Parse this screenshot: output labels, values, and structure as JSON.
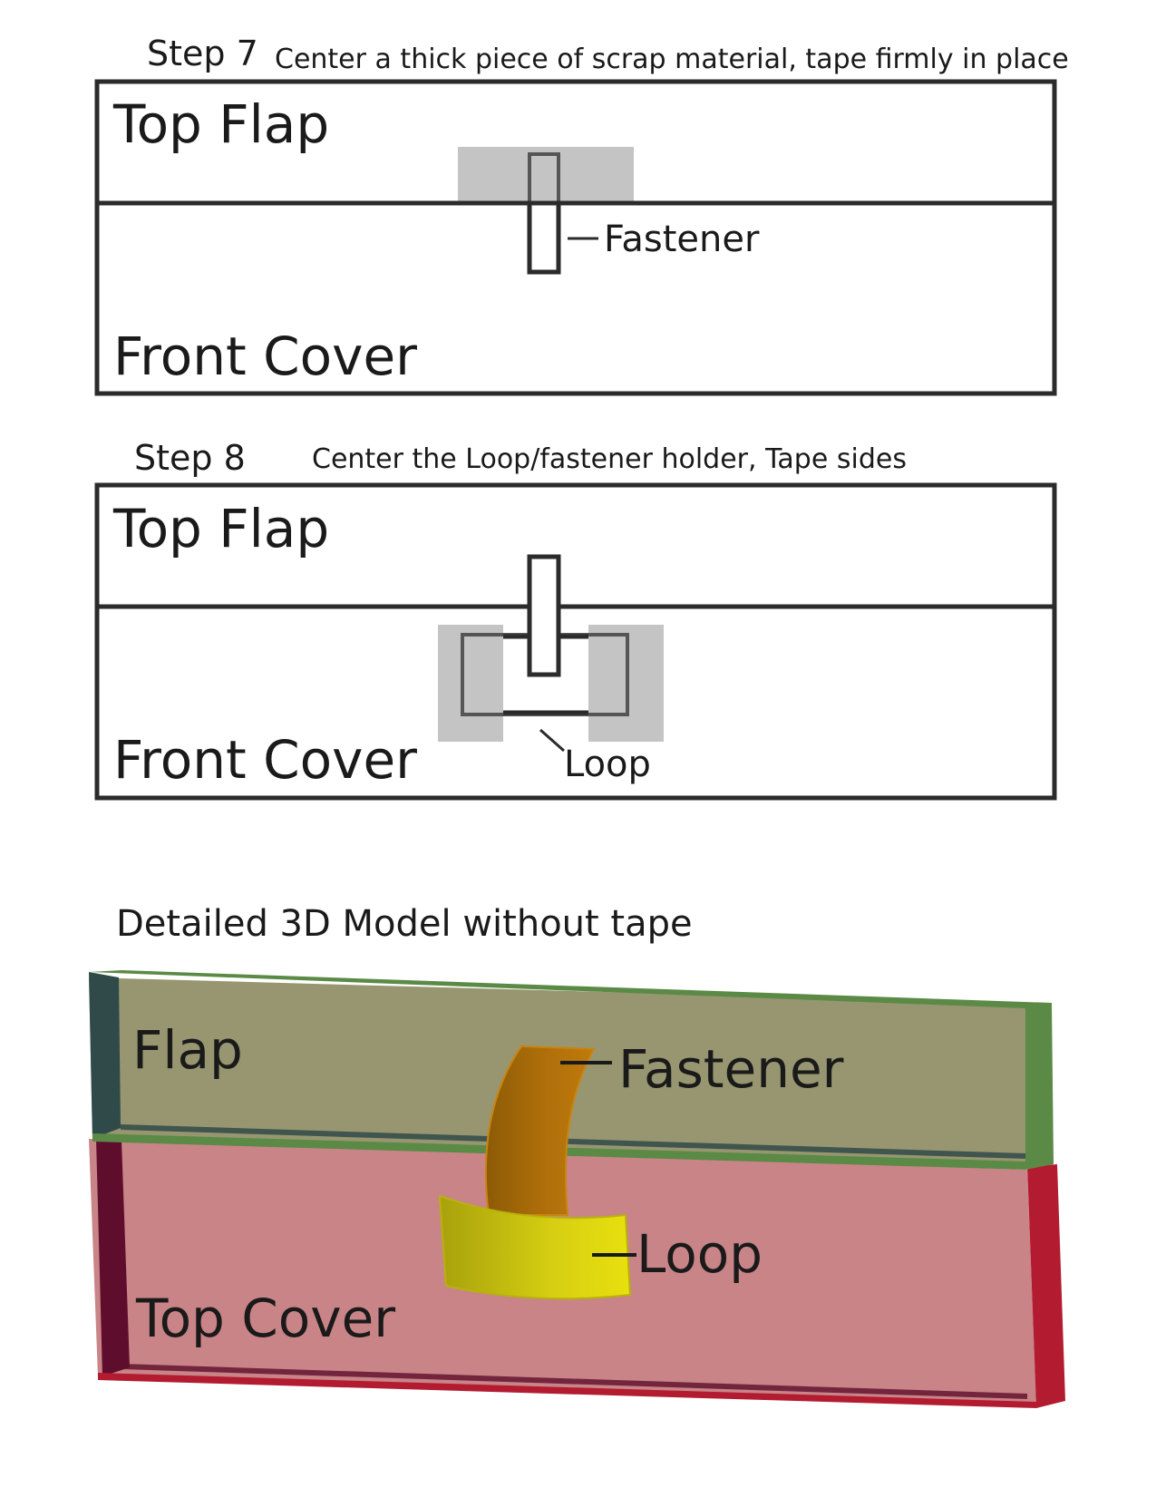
{
  "step7": {
    "step_label": "Step 7",
    "instruction": "Center a thick piece of scrap material, tape firmly in place",
    "top_label": "Top Flap",
    "bottom_label": "Front Cover",
    "callout": "Fastener"
  },
  "step8": {
    "step_label": "Step 8",
    "instruction": "Center the Loop/fastener holder, Tape sides",
    "top_label": "Top Flap",
    "bottom_label": "Front Cover",
    "callout": "Loop"
  },
  "model": {
    "title": "Detailed 3D Model without tape",
    "flap_label": "Flap",
    "cover_label": "Top Cover",
    "fastener_label": "Fastener",
    "loop_label": "Loop"
  },
  "colors": {
    "outline": "#2b2b2b",
    "tape_gray": "#c4c4c4",
    "flap_face": "#979670",
    "flap_edge_green": "#5a8a45",
    "flap_edge_dark": "#2f4a48",
    "cover_face": "#c98487",
    "cover_edge_red": "#b31b30",
    "cover_edge_dark": "#5e0e2c",
    "fastener_orange": "#a86a08",
    "loop_yellow": "#d4cf14"
  }
}
